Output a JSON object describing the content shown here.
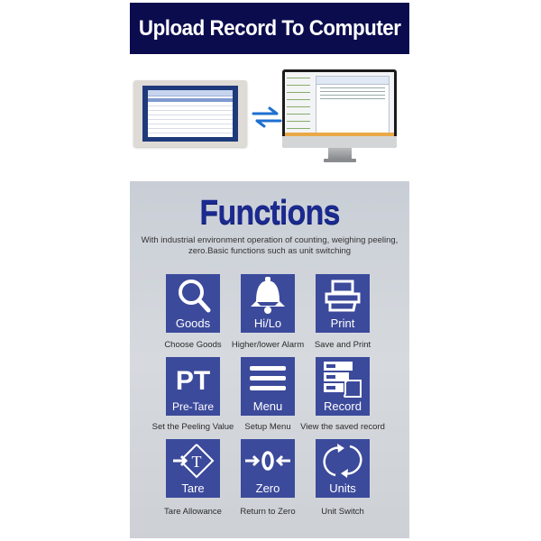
{
  "header": {
    "title": "Upload Record To Computer",
    "background_color": "#0b0c4e"
  },
  "devices": {
    "left": "touchscreen-tablet",
    "connector": "bidirectional-sync-arrows",
    "right": "desktop-monitor",
    "arrow_color": "#1e6fd0"
  },
  "functions": {
    "title": "Functions",
    "title_color": "#1b2a8f",
    "description": "With industrial environment operation of counting, weighing peeling, zero.Basic functions such as unit switching",
    "tile_color": "#3c4a9b",
    "items": [
      {
        "icon": "magnifier-icon",
        "label": "Goods",
        "caption": "Choose Goods"
      },
      {
        "icon": "bell-icon",
        "label": "Hi/Lo",
        "caption": "Higher/lower Alarm"
      },
      {
        "icon": "printer-icon",
        "label": "Print",
        "caption": "Save and Print"
      },
      {
        "icon": "pt-icon",
        "label": "Pre-Tare",
        "caption": "Set the Peeling Value"
      },
      {
        "icon": "hamburger-menu-icon",
        "label": "Menu",
        "caption": "Setup Menu"
      },
      {
        "icon": "record-list-icon",
        "label": "Record",
        "caption": "View the saved record"
      },
      {
        "icon": "tare-diamond-icon",
        "label": "Tare",
        "caption": "Tare Allowance"
      },
      {
        "icon": "zero-arrows-icon",
        "label": "Zero",
        "caption": "Return to Zero"
      },
      {
        "icon": "cycle-arrows-icon",
        "label": "Units",
        "caption": "Unit Switch"
      }
    ]
  }
}
